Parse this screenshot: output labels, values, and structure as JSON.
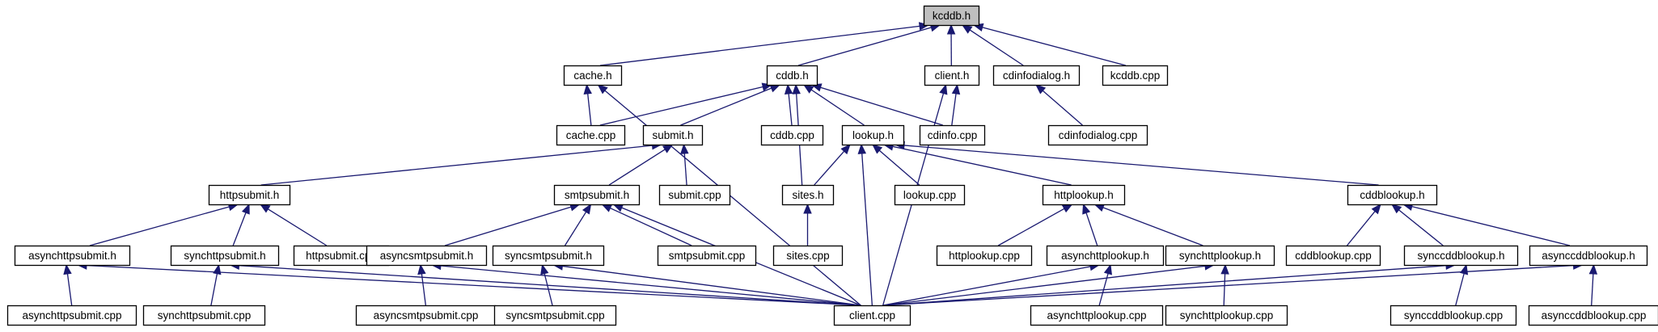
{
  "diagram": {
    "kind": "include-dependency-graph",
    "colors": {
      "edge": "#191970",
      "root_fill": "#bfbfbf",
      "node_border": "#000000"
    },
    "nodes": [
      {
        "id": "kcddb_h",
        "label": "kcddb.h",
        "root": true
      },
      {
        "id": "cache_h",
        "label": "cache.h"
      },
      {
        "id": "cddb_h",
        "label": "cddb.h"
      },
      {
        "id": "client_h",
        "label": "client.h"
      },
      {
        "id": "cdinfodialog_h",
        "label": "cdinfodialog.h"
      },
      {
        "id": "kcddb_cpp",
        "label": "kcddb.cpp"
      },
      {
        "id": "cache_cpp",
        "label": "cache.cpp"
      },
      {
        "id": "submit_h",
        "label": "submit.h"
      },
      {
        "id": "cddb_cpp",
        "label": "cddb.cpp"
      },
      {
        "id": "lookup_h",
        "label": "lookup.h"
      },
      {
        "id": "cdinfo_cpp",
        "label": "cdinfo.cpp"
      },
      {
        "id": "cdinfodialog_cpp",
        "label": "cdinfodialog.cpp"
      },
      {
        "id": "httpsubmit_h",
        "label": "httpsubmit.h"
      },
      {
        "id": "smtpsubmit_h",
        "label": "smtpsubmit.h"
      },
      {
        "id": "submit_cpp",
        "label": "submit.cpp"
      },
      {
        "id": "sites_h",
        "label": "sites.h"
      },
      {
        "id": "lookup_cpp",
        "label": "lookup.cpp"
      },
      {
        "id": "httplookup_h",
        "label": "httplookup.h"
      },
      {
        "id": "cddblookup_h",
        "label": "cddblookup.h"
      },
      {
        "id": "asynchttpsubmit_h",
        "label": "asynchttpsubmit.h"
      },
      {
        "id": "synchttpsubmit_h",
        "label": "synchttpsubmit.h"
      },
      {
        "id": "httpsubmit_cpp",
        "label": "httpsubmit.cpp"
      },
      {
        "id": "asyncsmtpsubmit_h",
        "label": "asyncsmtpsubmit.h"
      },
      {
        "id": "syncsmtpsubmit_h",
        "label": "syncsmtpsubmit.h"
      },
      {
        "id": "smtpsubmit_cpp",
        "label": "smtpsubmit.cpp"
      },
      {
        "id": "sites_cpp",
        "label": "sites.cpp"
      },
      {
        "id": "httplookup_cpp",
        "label": "httplookup.cpp"
      },
      {
        "id": "asynchttplookup_h",
        "label": "asynchttplookup.h"
      },
      {
        "id": "synchttplookup_h",
        "label": "synchttplookup.h"
      },
      {
        "id": "cddblookup_cpp",
        "label": "cddblookup.cpp"
      },
      {
        "id": "synccddblookup_h",
        "label": "synccddblookup.h"
      },
      {
        "id": "asynccddblookup_h",
        "label": "asynccddblookup.h"
      },
      {
        "id": "asynchttpsubmit_cpp",
        "label": "asynchttpsubmit.cpp"
      },
      {
        "id": "synchttpsubmit_cpp",
        "label": "synchttpsubmit.cpp"
      },
      {
        "id": "asyncsmtpsubmit_cpp",
        "label": "asyncsmtpsubmit.cpp"
      },
      {
        "id": "syncsmtpsubmit_cpp",
        "label": "syncsmtpsubmit.cpp"
      },
      {
        "id": "client_cpp",
        "label": "client.cpp"
      },
      {
        "id": "asynchttplookup_cpp",
        "label": "asynchttplookup.cpp"
      },
      {
        "id": "synchttplookup_cpp",
        "label": "synchttplookup.cpp"
      },
      {
        "id": "synccddblookup_cpp",
        "label": "synccddblookup.cpp"
      },
      {
        "id": "asynccddblookup_cpp",
        "label": "asynccddblookup.cpp"
      }
    ],
    "edges": [
      {
        "from": "cache_h",
        "to": "kcddb_h"
      },
      {
        "from": "cddb_h",
        "to": "kcddb_h"
      },
      {
        "from": "client_h",
        "to": "kcddb_h"
      },
      {
        "from": "cdinfodialog_h",
        "to": "kcddb_h"
      },
      {
        "from": "kcddb_cpp",
        "to": "kcddb_h"
      },
      {
        "from": "cache_cpp",
        "to": "cache_h"
      },
      {
        "from": "client_cpp",
        "to": "cache_h"
      },
      {
        "from": "cache_cpp",
        "to": "cddb_h"
      },
      {
        "from": "submit_h",
        "to": "cddb_h"
      },
      {
        "from": "cddb_cpp",
        "to": "cddb_h"
      },
      {
        "from": "lookup_h",
        "to": "cddb_h"
      },
      {
        "from": "cdinfo_cpp",
        "to": "cddb_h"
      },
      {
        "from": "sites_h",
        "to": "cddb_h"
      },
      {
        "from": "cdinfo_cpp",
        "to": "client_h"
      },
      {
        "from": "client_cpp",
        "to": "client_h"
      },
      {
        "from": "cdinfodialog_cpp",
        "to": "cdinfodialog_h"
      },
      {
        "from": "httpsubmit_h",
        "to": "submit_h"
      },
      {
        "from": "smtpsubmit_h",
        "to": "submit_h"
      },
      {
        "from": "submit_cpp",
        "to": "submit_h"
      },
      {
        "from": "sites_h",
        "to": "lookup_h"
      },
      {
        "from": "client_cpp",
        "to": "lookup_h"
      },
      {
        "from": "lookup_cpp",
        "to": "lookup_h"
      },
      {
        "from": "httplookup_h",
        "to": "lookup_h"
      },
      {
        "from": "cddblookup_h",
        "to": "lookup_h"
      },
      {
        "from": "asynchttpsubmit_h",
        "to": "httpsubmit_h"
      },
      {
        "from": "synchttpsubmit_h",
        "to": "httpsubmit_h"
      },
      {
        "from": "httpsubmit_cpp",
        "to": "httpsubmit_h"
      },
      {
        "from": "asyncsmtpsubmit_h",
        "to": "smtpsubmit_h"
      },
      {
        "from": "syncsmtpsubmit_h",
        "to": "smtpsubmit_h"
      },
      {
        "from": "smtpsubmit_cpp",
        "to": "smtpsubmit_h"
      },
      {
        "from": "client_cpp",
        "to": "smtpsubmit_h"
      },
      {
        "from": "sites_cpp",
        "to": "sites_h"
      },
      {
        "from": "httplookup_cpp",
        "to": "httplookup_h"
      },
      {
        "from": "asynchttplookup_h",
        "to": "httplookup_h"
      },
      {
        "from": "synchttplookup_h",
        "to": "httplookup_h"
      },
      {
        "from": "cddblookup_cpp",
        "to": "cddblookup_h"
      },
      {
        "from": "synccddblookup_h",
        "to": "cddblookup_h"
      },
      {
        "from": "asynccddblookup_h",
        "to": "cddblookup_h"
      },
      {
        "from": "asynchttpsubmit_cpp",
        "to": "asynchttpsubmit_h"
      },
      {
        "from": "client_cpp",
        "to": "asynchttpsubmit_h"
      },
      {
        "from": "synchttpsubmit_cpp",
        "to": "synchttpsubmit_h"
      },
      {
        "from": "client_cpp",
        "to": "synchttpsubmit_h"
      },
      {
        "from": "asyncsmtpsubmit_cpp",
        "to": "asyncsmtpsubmit_h"
      },
      {
        "from": "client_cpp",
        "to": "asyncsmtpsubmit_h"
      },
      {
        "from": "syncsmtpsubmit_cpp",
        "to": "syncsmtpsubmit_h"
      },
      {
        "from": "client_cpp",
        "to": "syncsmtpsubmit_h"
      },
      {
        "from": "client_cpp",
        "to": "asynchttplookup_h"
      },
      {
        "from": "asynchttplookup_cpp",
        "to": "asynchttplookup_h"
      },
      {
        "from": "client_cpp",
        "to": "synchttplookup_h"
      },
      {
        "from": "synchttplookup_cpp",
        "to": "synchttplookup_h"
      },
      {
        "from": "client_cpp",
        "to": "synccddblookup_h"
      },
      {
        "from": "synccddblookup_cpp",
        "to": "synccddblookup_h"
      },
      {
        "from": "client_cpp",
        "to": "asynccddblookup_h"
      },
      {
        "from": "asynccddblookup_cpp",
        "to": "asynccddblookup_h"
      }
    ]
  }
}
